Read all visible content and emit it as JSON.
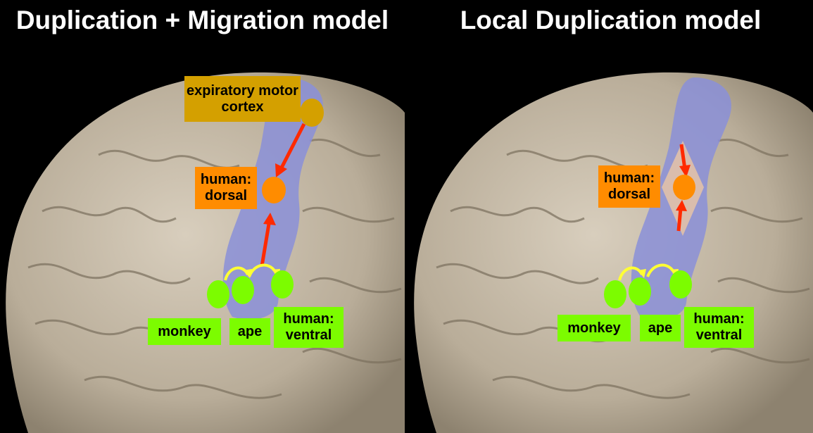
{
  "panels": [
    {
      "title": "Duplication + Migration model",
      "labels": {
        "expiratory": "expiratory motor cortex",
        "dorsal": "human: dorsal",
        "monkey": "monkey",
        "ape": "ape",
        "ventral": "human: ventral"
      }
    },
    {
      "title": "Local Duplication model",
      "labels": {
        "dorsal": "human: dorsal",
        "monkey": "monkey",
        "ape": "ape",
        "ventral": "human: ventral"
      }
    }
  ],
  "colors": {
    "background": "#000000",
    "brain": "#c9beac",
    "motor_strip": "#8a8fd8",
    "species_dot": "#7cfc00",
    "dorsal_dot": "#ff8c00",
    "expiratory_dot": "#d4a000",
    "arrow_red": "#ff2a00",
    "arrow_yellow": "#ffff33"
  }
}
